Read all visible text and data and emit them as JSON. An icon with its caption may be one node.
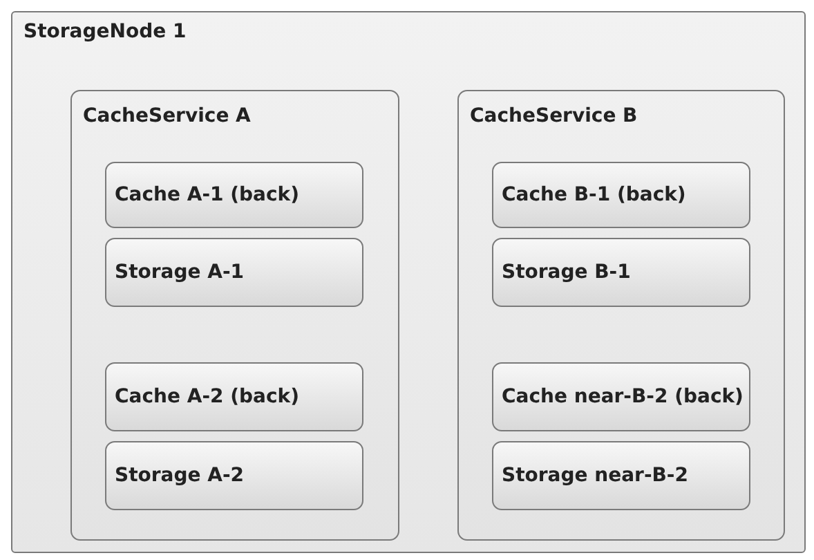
{
  "diagram": {
    "nodes": [
      {
        "text": [
          "StorageNode 1"
        ]
      },
      {
        "text": [
          "CacheService A"
        ],
        "in": 0
      },
      {
        "text": [
          "Cache A-1 (back)"
        ],
        "in": 1
      },
      {
        "text": [
          "Storage A-1"
        ],
        "in": 1
      },
      {
        "text": [
          "Cache A-2 (back)"
        ],
        "in": 1
      },
      {
        "text": [
          "Storage A-2"
        ],
        "in": 1
      },
      {
        "text": [
          "CacheService B"
        ],
        "in": 0
      },
      {
        "text": [
          "Cache B-1 (back)"
        ],
        "in": 6
      },
      {
        "text": [
          "Storage B-1"
        ],
        "in": 6
      },
      {
        "text": [
          "Cache near-B-2 (back)"
        ],
        "in": 6
      },
      {
        "text": [
          "Storage near-B-2"
        ],
        "in": 6
      }
    ]
  }
}
